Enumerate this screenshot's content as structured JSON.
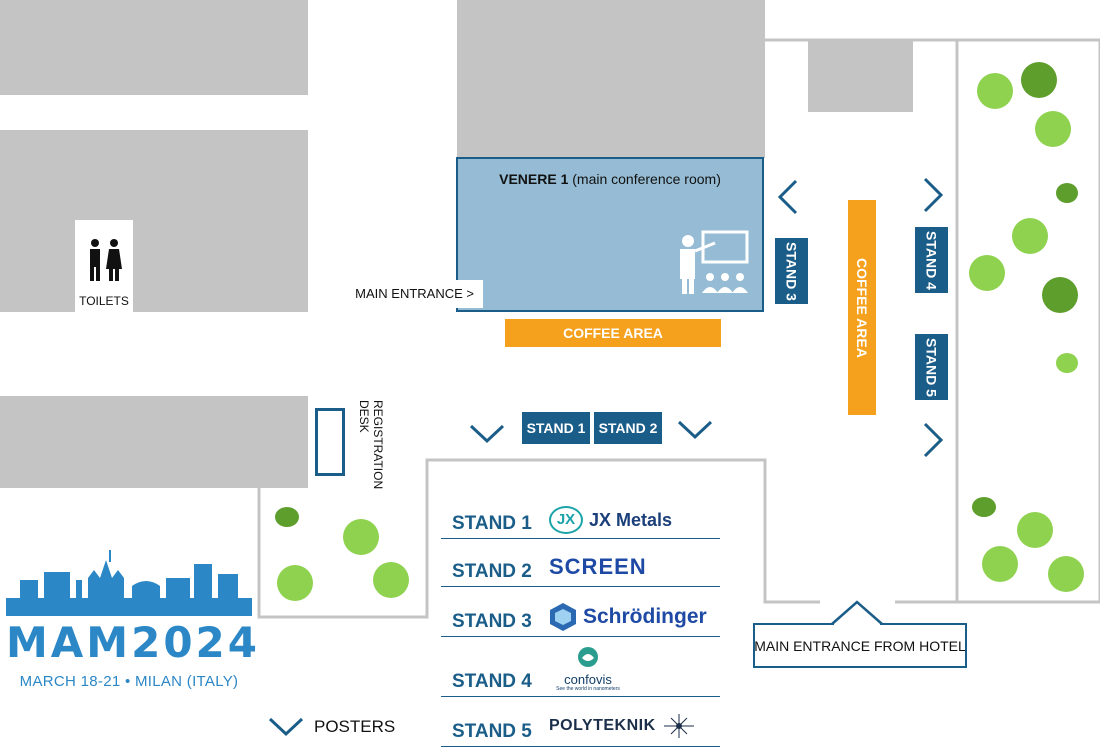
{
  "venere": {
    "name": "VENERE 1",
    "subtitle": " (main conference room)"
  },
  "main_entrance": "MAIN ENTRANCE >",
  "toilets": "TOILETS",
  "registration": [
    "REGISTRATION",
    "DESK"
  ],
  "coffee_areas": [
    "COFFEE AREA",
    "COFFEE AREA"
  ],
  "stands_map": [
    "STAND 1",
    "STAND 2",
    "STAND 3",
    "STAND 4",
    "STAND 5"
  ],
  "hotel_entrance": "MAIN ENTRANCE FROM HOTEL",
  "posters": "POSTERS",
  "legend": [
    {
      "stand": "STAND 1",
      "company": "JX Metals"
    },
    {
      "stand": "STAND 2",
      "company": "SCREEN"
    },
    {
      "stand": "STAND 3",
      "company": "Schrödinger"
    },
    {
      "stand": "STAND 4",
      "company": "confovis",
      "tagline": "See the world in nanometers"
    },
    {
      "stand": "STAND 5",
      "company": "POLYTEKNIK"
    }
  ],
  "event": {
    "name": "MAM2024",
    "dates": "MARCH 18-21 • MILAN (ITALY)"
  },
  "colors": {
    "building": "#c4c4c4",
    "room": "#95bcd4",
    "stand": "#1b5d89",
    "coffee": "#f6a11d",
    "tree": "#8ed24f",
    "brand": "#2b87c6"
  }
}
